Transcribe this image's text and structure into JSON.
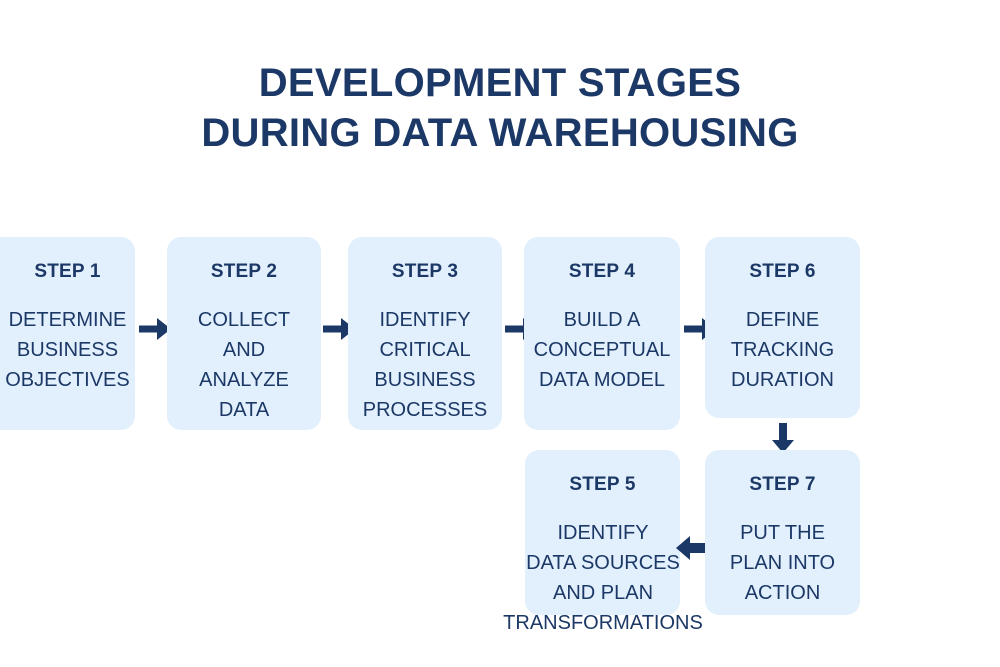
{
  "title": {
    "line1": "DEVELOPMENT STAGES",
    "line2": "DURING DATA WAREHOUSING"
  },
  "colors": {
    "box_fill": "#e2effc",
    "text": "#1b3866",
    "arrow": "#1b3866",
    "background": "#ffffff"
  },
  "steps": [
    {
      "id": "1",
      "label": "STEP 1",
      "text": "DETERMINE\nBUSINESS\nOBJECTIVES"
    },
    {
      "id": "2",
      "label": "STEP 2",
      "text": "COLLECT\nAND\nANALYZE\nDATA"
    },
    {
      "id": "3",
      "label": "STEP 3",
      "text": "IDENTIFY\nCRITICAL\nBUSINESS\nPROCESSES"
    },
    {
      "id": "4",
      "label": "STEP 4",
      "text": "BUILD A\nCONCEPTUAL\nDATA MODEL"
    },
    {
      "id": "6",
      "label": "STEP 6",
      "text": "DEFINE\nTRACKING\nDURATION"
    },
    {
      "id": "5",
      "label": "STEP 5",
      "text": "IDENTIFY\nDATA SOURCES\nAND PLAN\nTRANSFORMATIONS"
    },
    {
      "id": "7",
      "label": "STEP 7",
      "text": "PUT THE\nPLAN INTO\nACTION"
    }
  ],
  "connectors": [
    {
      "id": "1-2",
      "from": "STEP 1",
      "to": "STEP 2",
      "direction": "right"
    },
    {
      "id": "2-3",
      "from": "STEP 2",
      "to": "STEP 3",
      "direction": "right"
    },
    {
      "id": "3-4",
      "from": "STEP 3",
      "to": "STEP 4",
      "direction": "right"
    },
    {
      "id": "4-6",
      "from": "STEP 4",
      "to": "STEP 6",
      "direction": "right"
    },
    {
      "id": "6-7",
      "from": "STEP 6",
      "to": "STEP 7",
      "direction": "down"
    },
    {
      "id": "7-5",
      "from": "STEP 7",
      "to": "STEP 5",
      "direction": "left"
    }
  ]
}
